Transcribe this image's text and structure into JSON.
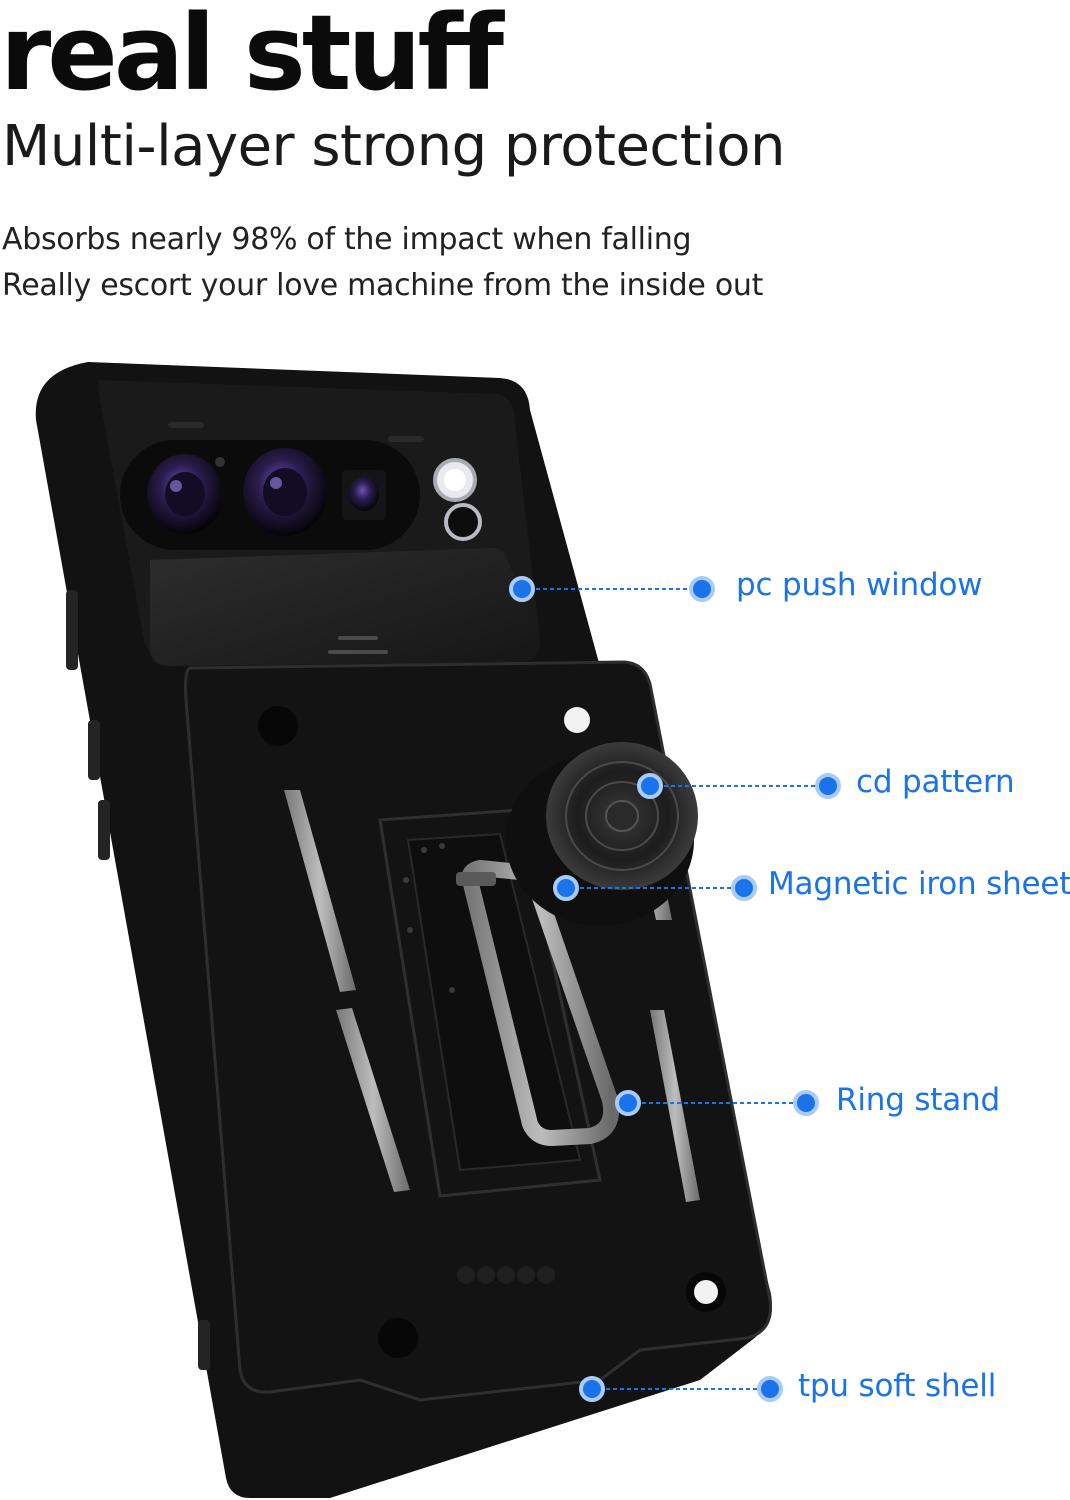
{
  "header": {
    "headline": "real stuff",
    "subheadline": "Multi-layer strong protection",
    "description_lines": [
      "Absorbs nearly 98% of the impact when falling",
      "Really escort your love machine from the inside out"
    ]
  },
  "callouts": [
    {
      "label": "pc push window"
    },
    {
      "label": "cd pattern"
    },
    {
      "label": "Magnetic iron sheet"
    },
    {
      "label": "Ring stand"
    },
    {
      "label": "tpu soft shell"
    }
  ],
  "colors": {
    "accent": "#1a73e8",
    "case": "#121212",
    "trim": "#9a9a9a"
  }
}
